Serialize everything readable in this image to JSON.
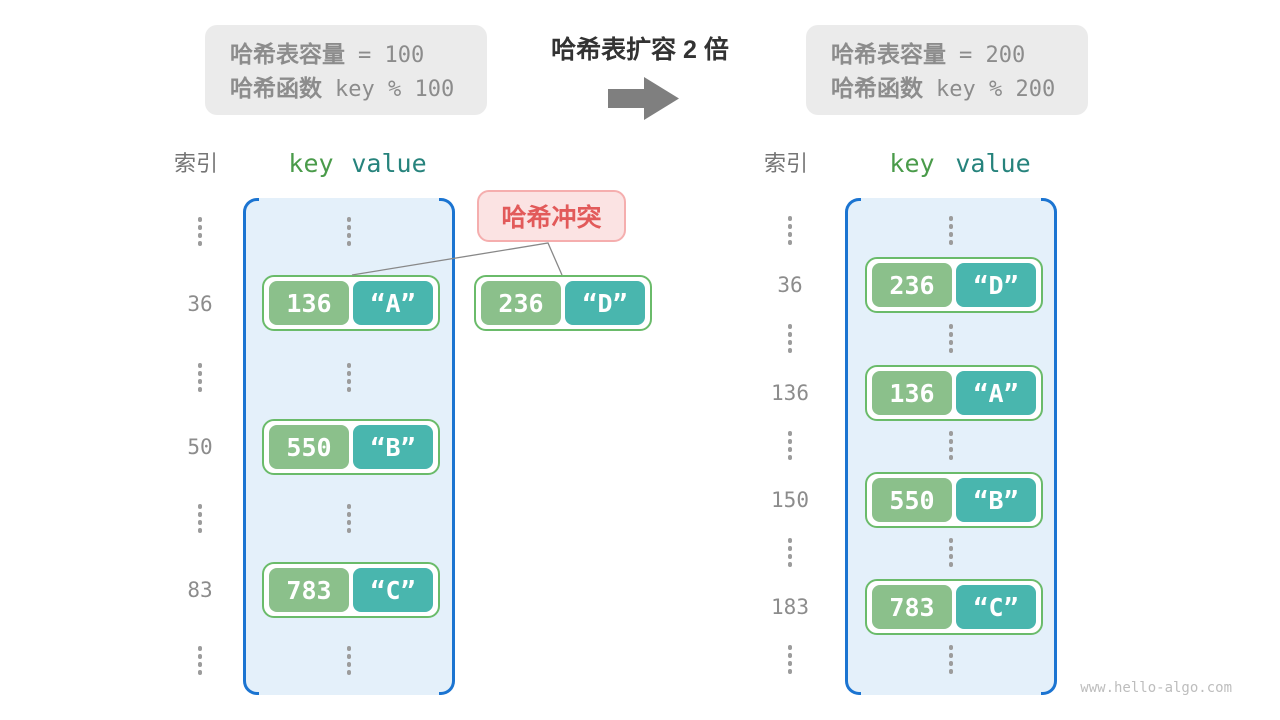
{
  "title": "哈希表扩容 2 倍",
  "info_left": {
    "line1_label": "哈希表容量",
    "line1_code": "= 100",
    "line2_label": "哈希函数",
    "line2_code": "key % 100"
  },
  "info_right": {
    "line1_label": "哈希表容量",
    "line1_code": "= 200",
    "line2_label": "哈希函数",
    "line2_code": "key % 200"
  },
  "headers": {
    "index": "索引",
    "key": "key",
    "value": "value"
  },
  "left_table": {
    "indices": [
      "36",
      "50",
      "83"
    ],
    "entries": [
      {
        "key": "136",
        "value": "“A”"
      },
      {
        "key": "550",
        "value": "“B”"
      },
      {
        "key": "783",
        "value": "“C”"
      }
    ]
  },
  "collision": {
    "label": "哈希冲突",
    "entry": {
      "key": "236",
      "value": "“D”"
    }
  },
  "right_table": {
    "indices": [
      "36",
      "136",
      "150",
      "183"
    ],
    "entries": [
      {
        "key": "236",
        "value": "“D”"
      },
      {
        "key": "136",
        "value": "“A”"
      },
      {
        "key": "550",
        "value": "“B”"
      },
      {
        "key": "783",
        "value": "“C”"
      }
    ]
  },
  "watermark": "www.hello-algo.com",
  "colors": {
    "key_green": "#8bc08b",
    "value_teal": "#49b6ae",
    "entry_border": "#6abb6a",
    "table_fill": "#e4f0fa",
    "bracket_blue": "#1b74d1",
    "collision_text": "#e25a5a",
    "collision_bg": "#fbe3e3",
    "gray_text": "#8c8c8c",
    "arrow_gray": "#7f7f7f"
  }
}
